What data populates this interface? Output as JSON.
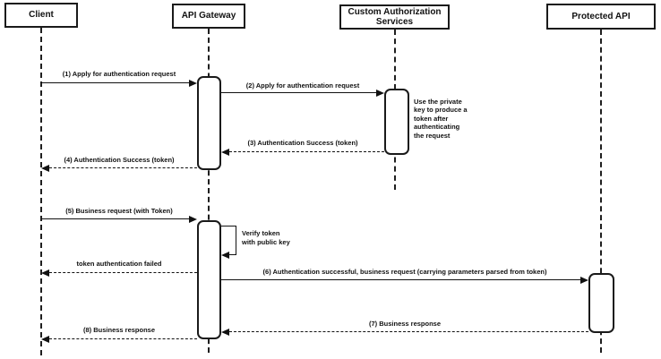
{
  "diagram": {
    "kind": "sequence-diagram",
    "colors": {
      "line": "#111111",
      "box_border": "#1a1a1a",
      "box_fill": "#ffffff",
      "background": "#ffffff",
      "text": "#111111"
    },
    "actors": [
      {
        "label": "Client"
      },
      {
        "label": "API Gateway"
      },
      {
        "label": "Custom Authorization Services"
      },
      {
        "label": "Protected API"
      }
    ],
    "messages": [
      {
        "label": "(1) Apply for authentication request",
        "style": "solid",
        "from": "Client",
        "to": "API Gateway"
      },
      {
        "label": "(2) Apply for authentication request",
        "style": "solid",
        "from": "API Gateway",
        "to": "Custom Authorization Services"
      },
      {
        "label": "(3) Authentication Success (token)",
        "style": "dashed",
        "from": "Custom Authorization Services",
        "to": "API Gateway"
      },
      {
        "label": "(4) Authentication Success (token)",
        "style": "dashed",
        "from": "API Gateway",
        "to": "Client"
      },
      {
        "label": "(5) Business request (with Token)",
        "style": "solid",
        "from": "Client",
        "to": "API Gateway"
      },
      {
        "label": "Verify token\nwith public key",
        "style": "self",
        "from": "API Gateway",
        "to": "API Gateway"
      },
      {
        "label": "token authentication failed",
        "style": "dashed",
        "from": "API Gateway",
        "to": "Client"
      },
      {
        "label": "(6) Authentication successful, business request (carrying parameters parsed from token)",
        "style": "solid",
        "from": "API Gateway",
        "to": "Protected API"
      },
      {
        "label": "(7) Business response",
        "style": "dashed",
        "from": "Protected API",
        "to": "API Gateway"
      },
      {
        "label": "(8) Business response",
        "style": "dashed",
        "from": "API Gateway",
        "to": "Client"
      }
    ],
    "note": "Use the private\nkey to produce a\ntoken after\nauthenticating\nthe request"
  }
}
